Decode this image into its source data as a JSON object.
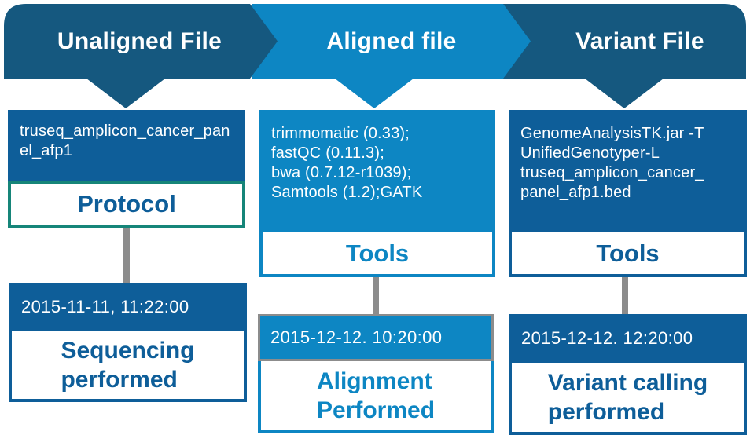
{
  "colors": {
    "banner_dark": "#15587f",
    "banner_light": "#0d86c3",
    "card_dark": "#0e5e99",
    "card_light": "#0d86c3",
    "teal_border": "#168579",
    "connector_gray": "#8c8c8c",
    "text_white": "#ffffff"
  },
  "banners": [
    {
      "label": "Unaligned File"
    },
    {
      "label": "Aligned file"
    },
    {
      "label": "Variant File"
    }
  ],
  "columns": [
    {
      "info_card": {
        "body": "truseq_amplicon_cancer_pan\nel_afp1",
        "label": "Protocol"
      },
      "event_card": {
        "timestamp": "2015-11-11, 11:22:00",
        "label": "Sequencing\nperformed"
      }
    },
    {
      "info_card": {
        "body": "trimmomatic (0.33);\nfastQC (0.11.3);\nbwa (0.7.12-r1039);\nSamtools (1.2);GATK",
        "label": "Tools"
      },
      "event_card": {
        "timestamp": "2015-12-12. 10:20:00",
        "label": "Alignment\nPerformed"
      }
    },
    {
      "info_card": {
        "body": "GenomeAnalysisTK.jar -T\nUnifiedGenotyper-L\ntruseq_amplicon_cancer_\npanel_afp1.bed",
        "label": "Tools"
      },
      "event_card": {
        "timestamp": "2015-12-12. 12:20:00",
        "label": "Variant calling\nperformed"
      }
    }
  ]
}
